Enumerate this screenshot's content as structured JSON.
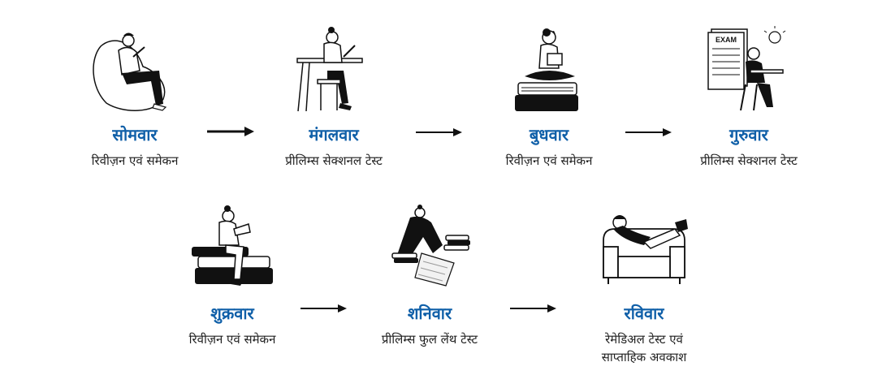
{
  "colors": {
    "day_text": "#0f5fa8",
    "desc_text": "#1f1f1f",
    "arrow": "#111111"
  },
  "steps": [
    {
      "day": "सोमवार",
      "desc": "रिवीज़न एवं समेकन",
      "icon": "person-on-beanbag-with-tablet-icon"
    },
    {
      "day": "मंगलवार",
      "desc": "प्रीलिम्स सेक्शनल टेस्ट",
      "icon": "person-writing-at-desk-icon"
    },
    {
      "day": "बुधवार",
      "desc": "रिवीज़न एवं समेकन",
      "icon": "person-on-books-with-laptop-icon"
    },
    {
      "day": "गुरुवार",
      "desc": "प्रीलिम्स सेक्शनल टेस्ट",
      "icon": "person-writing-exam-icon",
      "exam_label": "EXAM"
    },
    {
      "day": "शुक्रवार",
      "desc": "रिवीज़न एवं समेकन",
      "icon": "person-reading-on-books-icon"
    },
    {
      "day": "शनिवार",
      "desc": "प्रीलिम्स फुल लेंथ टेस्ट",
      "icon": "person-writing-full-test-icon"
    },
    {
      "day": "रविवार",
      "desc": "रेमेडिअल टेस्ट एवं साप्ताहिक अवकाश",
      "icon": "person-relaxing-on-sofa-icon"
    }
  ]
}
